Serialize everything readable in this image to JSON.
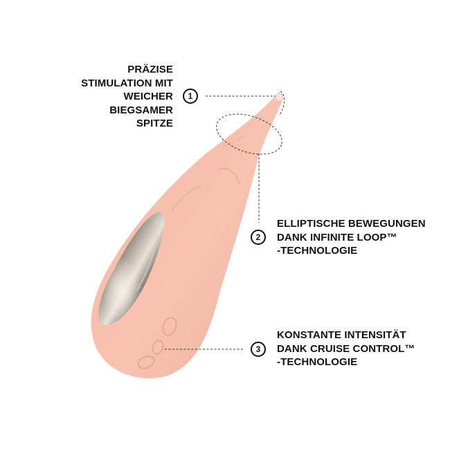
{
  "features": [
    {
      "number": "1",
      "lines": [
        "PRÄZISE",
        "STIMULATION MIT",
        "WEICHER",
        "BIEGSAMER",
        "SPITZE"
      ]
    },
    {
      "number": "2",
      "lines": [
        "ELLIPTISCHE BEWEGUNGEN",
        "DANK INFINITE LOOP™",
        "-TECHNOLOGIE"
      ]
    },
    {
      "number": "3",
      "lines": [
        "KONSTANTE INTENSITÄT",
        "DANK CRUISE CONTROL™",
        "-TECHNOLOGIE"
      ]
    }
  ],
  "colors": {
    "body": "#F7C0AE",
    "body_shadow": "#E9A894",
    "metal": "#8C847A",
    "text": "#111111",
    "background": "#FFFFFF"
  },
  "icons": {
    "infinity_logo": "infinity-logo-icon"
  }
}
